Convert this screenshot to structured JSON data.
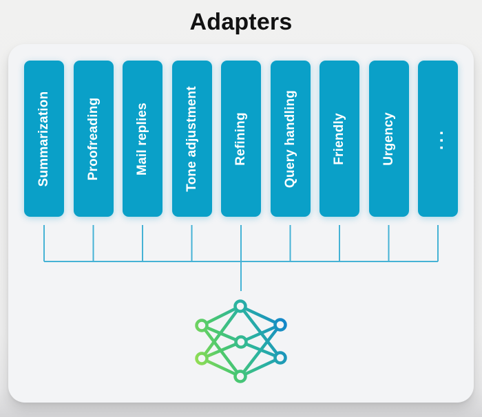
{
  "title": "Adapters",
  "adapters": {
    "labels": [
      "Summarization",
      "Proofreading",
      "Mail replies",
      "Tone adjustment",
      "Refining",
      "Query handling",
      "Friendly",
      "Urgency",
      "..."
    ]
  },
  "icons": {
    "model": "neural-network-icon"
  },
  "colors": {
    "title": "#121212",
    "bar": "#0aa0c8",
    "bar_text": "#ffffff",
    "connector": "#45b2d5",
    "nn_gradient": [
      "#a6e34d",
      "#4cc86e",
      "#2bb3a0",
      "#1487c9"
    ]
  }
}
